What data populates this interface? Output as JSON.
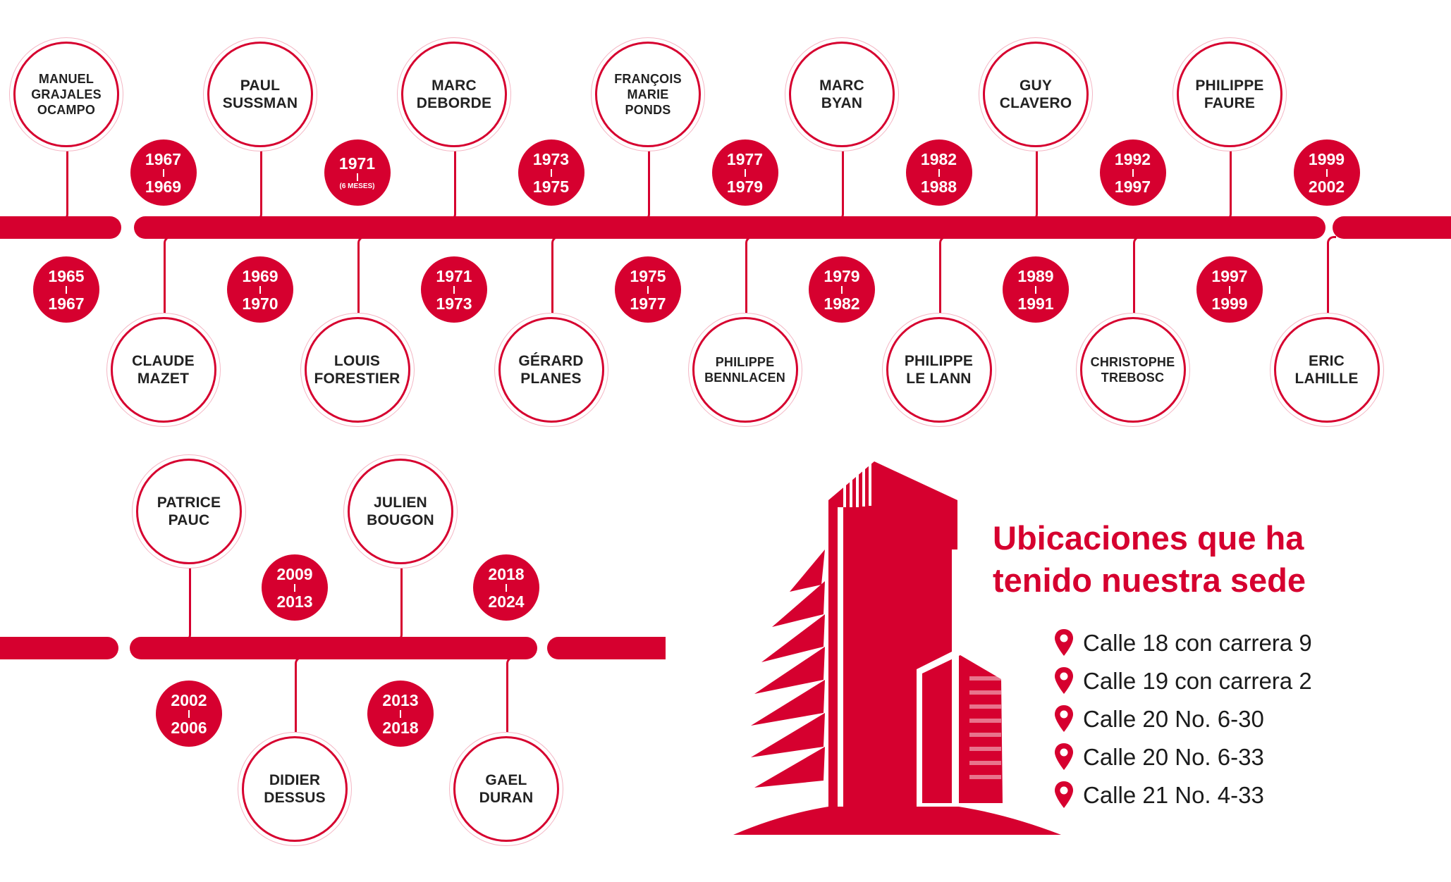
{
  "colors": {
    "accent": "#d6002f",
    "text": "#222222",
    "ring": "#f4b6c4"
  },
  "timeline": {
    "directors_row1": [
      {
        "name": "MANUEL\nGRAJALES\nOCAMPO",
        "years": [
          "1965",
          "1967"
        ],
        "name_side": "top"
      },
      {
        "name": "CLAUDE\nMAZET",
        "years": [
          "1967",
          "1969"
        ],
        "name_side": "bottom"
      },
      {
        "name": "PAUL\nSUSSMAN",
        "years": [
          "1969",
          "1970"
        ],
        "name_side": "top"
      },
      {
        "name": "LOUIS\nFORESTIER",
        "years": [
          "1971"
        ],
        "note": "(6 MESES)",
        "name_side": "bottom"
      },
      {
        "name": "MARC\nDEBORDE",
        "years": [
          "1971",
          "1973"
        ],
        "name_side": "top"
      },
      {
        "name": "GÉRARD\nPLANES",
        "years": [
          "1973",
          "1975"
        ],
        "name_side": "bottom"
      },
      {
        "name": "FRANÇOIS\nMARIE\nPONDS",
        "years": [
          "1975",
          "1977"
        ],
        "name_side": "top"
      },
      {
        "name": "PHILIPPE\nBENNLACEN",
        "years": [
          "1977",
          "1979"
        ],
        "name_side": "bottom"
      },
      {
        "name": "MARC\nBYAN",
        "years": [
          "1979",
          "1982"
        ],
        "name_side": "top"
      },
      {
        "name": "PHILIPPE\nLE LANN",
        "years": [
          "1982",
          "1988"
        ],
        "name_side": "bottom"
      },
      {
        "name": "GUY\nCLAVERO",
        "years": [
          "1989",
          "1991"
        ],
        "name_side": "top"
      },
      {
        "name": "CHRISTOPHE\nTREBOSC",
        "years": [
          "1992",
          "1997"
        ],
        "name_side": "bottom"
      },
      {
        "name": "PHILIPPE\nFAURE",
        "years": [
          "1997",
          "1999"
        ],
        "name_side": "top"
      },
      {
        "name": "ERIC\nLAHILLE",
        "years": [
          "1999",
          "2002"
        ],
        "name_side": "bottom"
      }
    ],
    "directors_row2": [
      {
        "name": "PATRICE\nPAUC",
        "years": [
          "2002",
          "2006"
        ],
        "name_side": "top"
      },
      {
        "name": "DIDIER\nDESSUS",
        "years": [
          "2009",
          "2013"
        ],
        "name_side": "bottom"
      },
      {
        "name": "JULIEN\nBOUGON",
        "years": [
          "2013",
          "2018"
        ],
        "name_side": "top"
      },
      {
        "name": "GAEL\nDURAN",
        "years": [
          "2018",
          "2024"
        ],
        "name_side": "bottom"
      }
    ]
  },
  "sede": {
    "title": "Ubicaciones que ha\ntenido nuestra sede",
    "icon": "building-icon",
    "pin_icon": "location-pin-icon",
    "addresses": [
      "Calle 18 con carrera 9",
      "Calle 19 con carrera 2",
      "Calle 20 No. 6-30",
      "Calle 20 No. 6-33",
      "Calle 21 No. 4-33"
    ]
  }
}
